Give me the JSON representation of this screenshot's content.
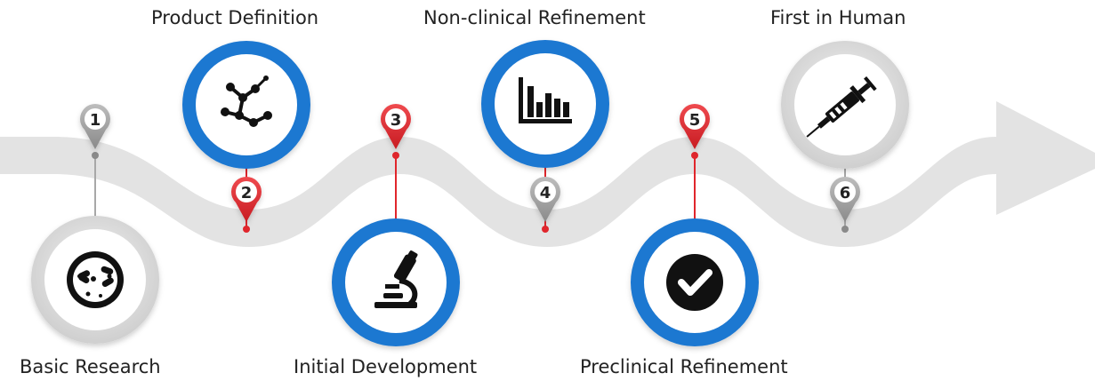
{
  "steps": [
    {
      "number": "1",
      "label": "Basic Research",
      "icon": "bacteria-icon",
      "style": "gray"
    },
    {
      "number": "2",
      "label": "Product Definition",
      "icon": "molecule-icon",
      "style": "blue"
    },
    {
      "number": "3",
      "label": "Initial Development",
      "icon": "microscope-icon",
      "style": "blue"
    },
    {
      "number": "4",
      "label": "Non-clinical Refinement",
      "icon": "bar-chart-icon",
      "style": "blue"
    },
    {
      "number": "5",
      "label": "Preclinical Refinement",
      "icon": "check-circle-icon",
      "style": "blue"
    },
    {
      "number": "6",
      "label": "First in Human",
      "icon": "syringe-icon",
      "style": "gray"
    }
  ],
  "colors": {
    "path": "#e3e3e3",
    "blue_ring": "#1f78d1",
    "gray_ring": "#d9d9d9",
    "pin_red": "#e0262c",
    "pin_gray": "#9a9a9a",
    "icon": "#111111",
    "text": "#222222"
  }
}
